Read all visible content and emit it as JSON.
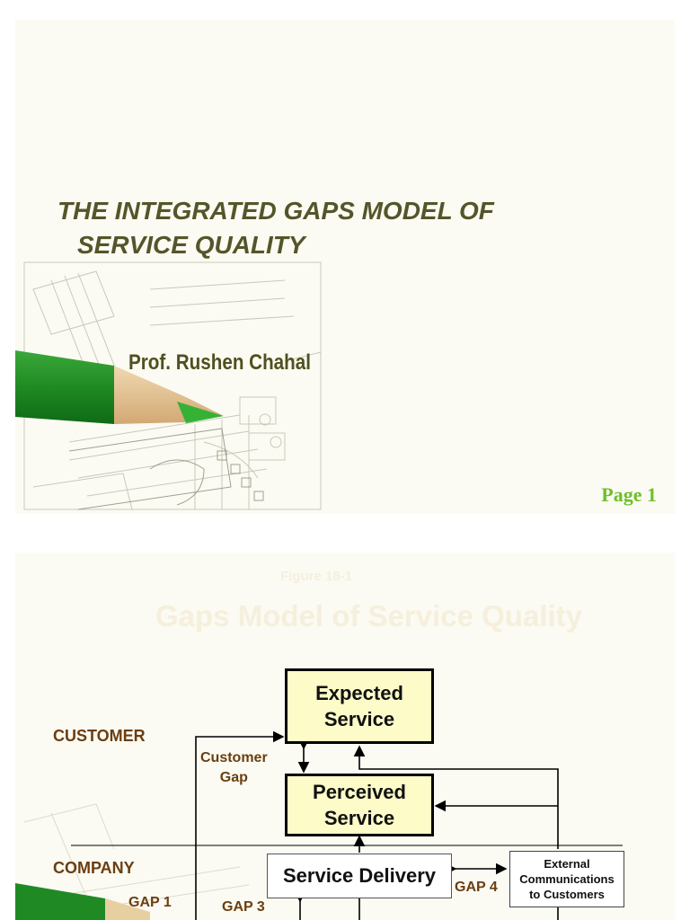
{
  "slide1": {
    "title_line1": "THE INTEGRATED GAPS MODEL OF",
    "title_line2": "SERVICE QUALITY",
    "author": "Prof. Rushen Chahal",
    "page": "Page 1"
  },
  "slide2": {
    "figure_label": "Figure 18-1",
    "figure_title": "Gaps Model of Service Quality",
    "boxes": {
      "expected_l1": "Expected",
      "expected_l2": "Service",
      "perceived_l1": "Perceived",
      "perceived_l2": "Service",
      "delivery": "Service Delivery",
      "external_l1": "External",
      "external_l2": "Communications",
      "external_l3": "to Customers"
    },
    "labels": {
      "customer": "CUSTOMER",
      "company": "COMPANY",
      "customer_gap_l1": "Customer",
      "customer_gap_l2": "Gap",
      "gap1": "GAP 1",
      "gap3": "GAP 3",
      "gap4": "GAP 4"
    }
  },
  "colors": {
    "title": "#55552a",
    "page_number": "#6fbf2a",
    "gap_label": "#6b3e10",
    "box_fill": "#fdfbc8",
    "slide_bg": "#fbfbf3"
  }
}
